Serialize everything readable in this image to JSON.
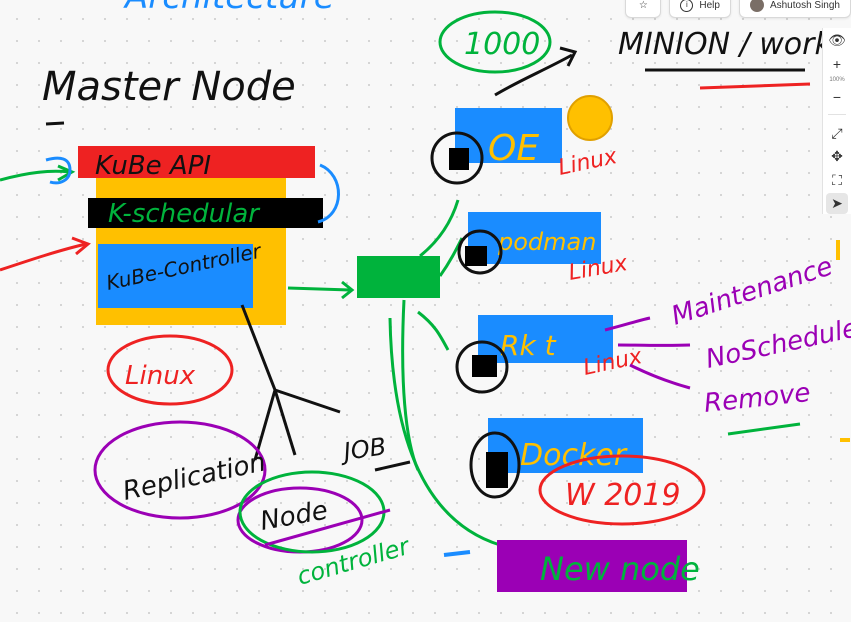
{
  "toolbar": {
    "help_label": "Help",
    "user_name": "Ashutosh Singh"
  },
  "zoom_panel": {
    "zoom_in": "+",
    "zoom_level": "100%",
    "zoom_out": "−"
  },
  "board": {
    "title_partial": "Architecture",
    "master_node": "Master Node",
    "kube_api": "KuBe API",
    "k_scheduler": "K-schedular",
    "kube_controller": "KuBe-Controller",
    "linux_master": "Linux",
    "replication": "Replication",
    "job": "JOB",
    "node": "Node",
    "controller": "controller",
    "count_1000": "1000",
    "minion_worker": "MINION / worker",
    "node_oe": "OE",
    "node_podman": "podman",
    "node_rkt": "Rk t",
    "node_docker": "Docker",
    "linux_label": "Linux",
    "w2019": "W 2019",
    "new_node": "New node",
    "maintenance": "Maintenance",
    "noschedule": "NoSchedule",
    "remove": "Remove"
  },
  "colors": {
    "red": "#ee2222",
    "yellow": "#ffc000",
    "blue": "#1a8cff",
    "green": "#00b33c",
    "purple": "#9b00b5",
    "black": "#000000"
  }
}
